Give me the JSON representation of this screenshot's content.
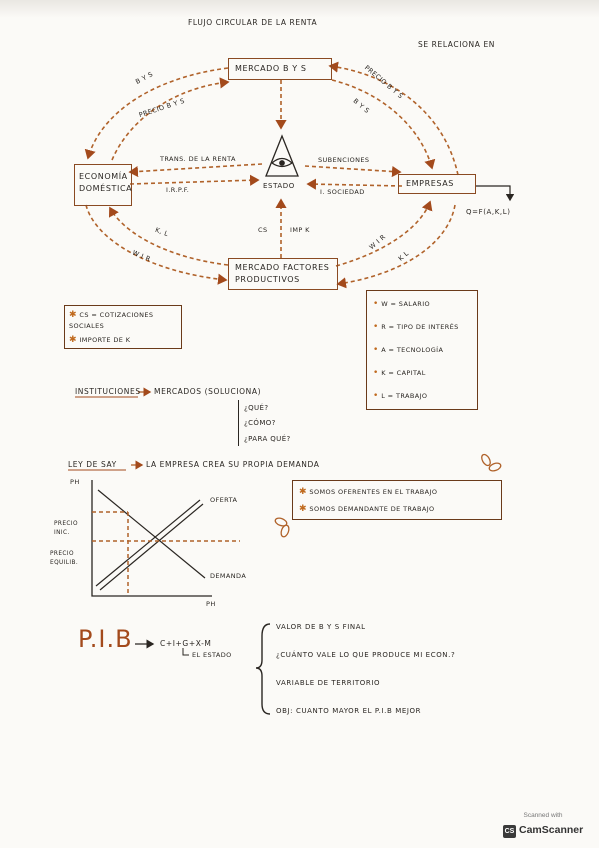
{
  "header": {
    "title": "FLUJO CIRCULAR DE LA RENTA",
    "subtitle": "SE RELACIONA EN"
  },
  "diagram": {
    "mercado_bys": "MERCADO B Y S",
    "economia": "ECONOMÍA DOMÉSTICA",
    "empresas": "EMPRESAS",
    "estado": "ESTADO",
    "mercado_factores": "MERCADO FACTORES PRODUCTIVOS",
    "formula": "Q=f(A,K,L)",
    "labels": {
      "bys_left": "B Y S",
      "precio_left": "PRECIO B Y S",
      "precio_right": "PRECIO B Y S",
      "bys_right": "B Y S",
      "trans_renta": "TRANS. DE LA RENTA",
      "irpf": "I.R.P.F.",
      "subvenciones": "SUBENCIONES",
      "i_sociedad": "I. SOCIEDAD",
      "cs": "CS",
      "imp_k": "IMP K",
      "kl_left": "K, L",
      "wir_left": "W I R",
      "wir_right": "W I R",
      "kl_right": "K L"
    }
  },
  "legend_left": {
    "items": [
      "CS = COTIZACIONES SOCIALES",
      "IMPORTE DE K"
    ]
  },
  "legend_right": {
    "items": [
      "W = SALARIO",
      "R = TIPO DE INTERÉS",
      "A = TECNOLOGÍA",
      "K = CAPITAL",
      "L = TRABAJO"
    ]
  },
  "instituciones": {
    "title": "INSTITUCIONES",
    "desc": "MERCADOS (SOLUCIONA)",
    "questions": [
      "¿QUÉ?",
      "¿CÓMO?",
      "¿PARA QUÉ?"
    ]
  },
  "say": {
    "title": "LEY DE SAY",
    "desc": "LA EMPRESA CREA SU PROPIA DEMANDA"
  },
  "chart": {
    "y_axis": "PH",
    "x_axis": "PH",
    "oferta": "OFERTA",
    "demanda": "DEMANDA",
    "precio_inic": "PRECIO INIC.",
    "precio_equilib": "PRECIO EQUILIB."
  },
  "oferentes": {
    "items": [
      "SOMOS OFERENTES EN EL TRABAJO",
      "SOMOS DEMANDANTE DE TRABAJO"
    ]
  },
  "pib": {
    "title": "P.I.B",
    "formula": "C+I+G+X-M",
    "estado": "EL ESTADO",
    "points": [
      "VALOR DE B Y S FINAL",
      "¿CUÁNTO VALE LO QUE PRODUCE MI ECON.?",
      "VARIABLE DE TERRITORIO",
      "OBJ: CUANTO MAYOR EL P.I.B MEJOR"
    ]
  },
  "scanner": {
    "scanned_with": "Scanned with",
    "logo": "CS",
    "name": "CamScanner"
  },
  "colors": {
    "ink": "#2a2622",
    "accent": "#a34a1c",
    "dashed": "#b0622a",
    "star": "#c06a1e"
  }
}
